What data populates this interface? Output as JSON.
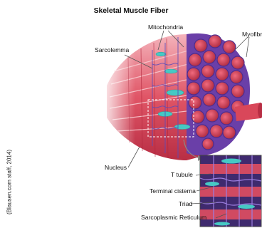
{
  "title": "Skeletal Muscle Fiber",
  "credit": "(Blausen.com staff, 2014)",
  "labels": {
    "mitochondria": "Mitochondria",
    "myofibrils": "Myofibrils",
    "sarcolemma": "Sarcolemma",
    "nucleus": "Nucleus",
    "t_tubule": "T tubule",
    "terminal_cisterna": "Terminal cisterna",
    "triad": "Triad",
    "sarcoplasmic_reticulum": "Sarcoplasmic Reticulum"
  },
  "colors": {
    "fiber": "#d9475a",
    "fiber_light": "#ee8a98",
    "reticulum": "#5b4bb8",
    "mitochondria": "#46c9c4",
    "leader_line": "#555555"
  }
}
